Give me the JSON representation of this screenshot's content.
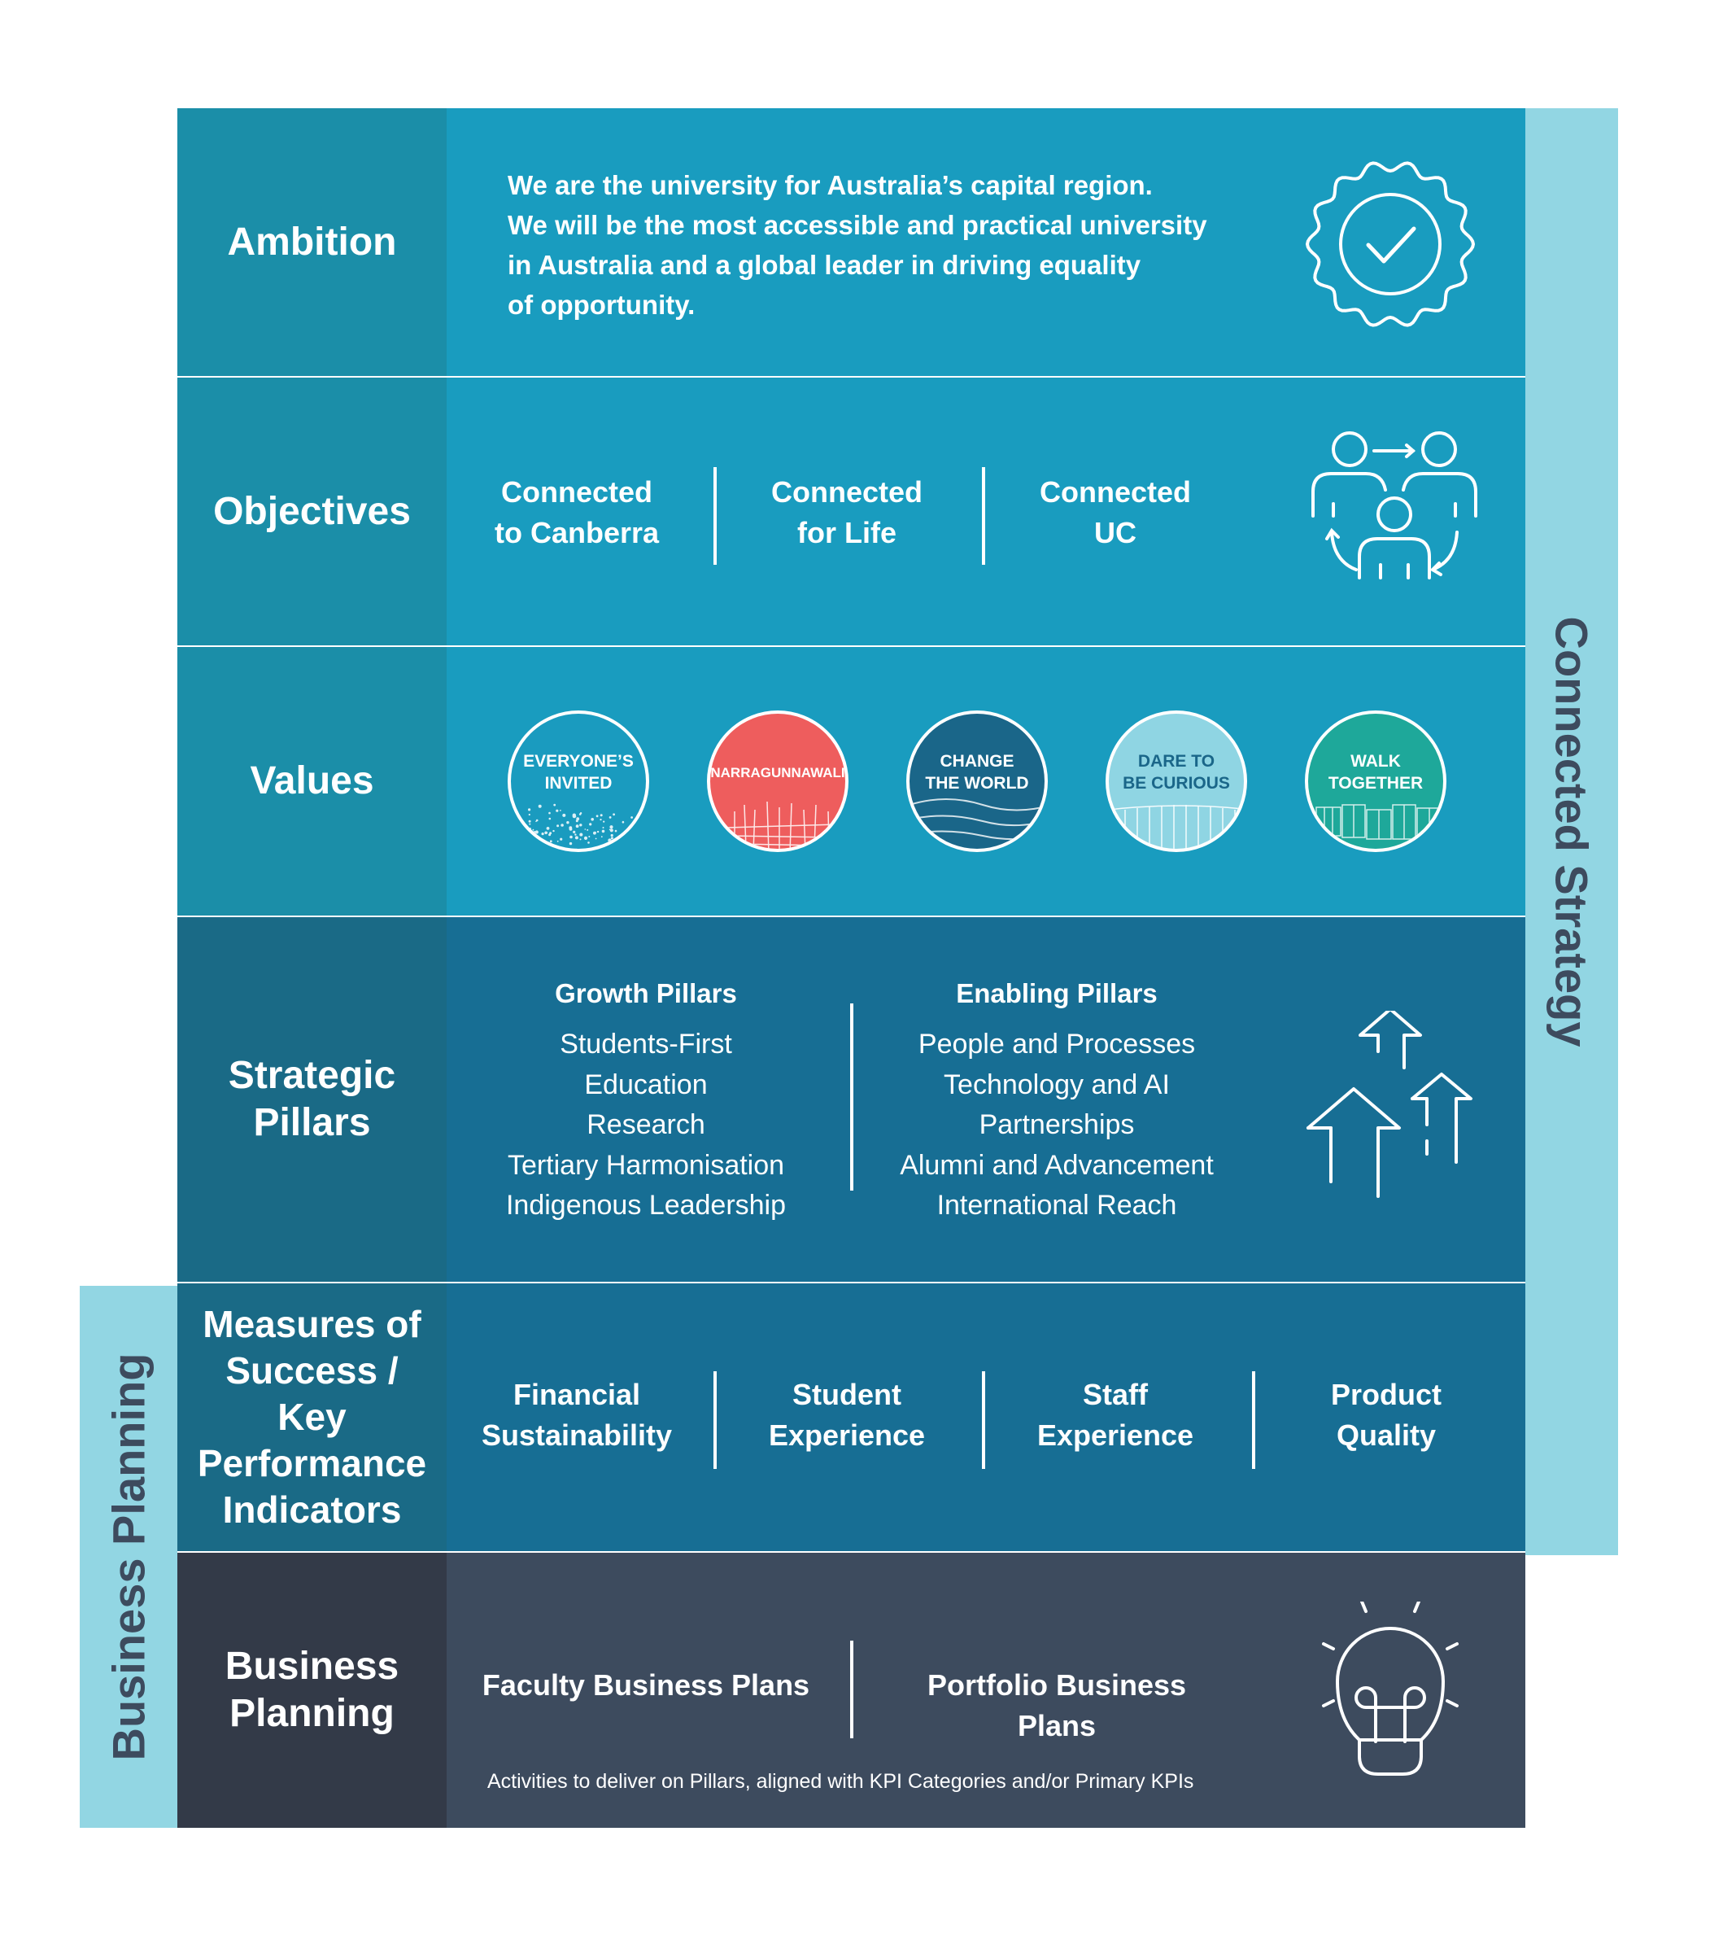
{
  "side_labels": {
    "connected_strategy": "Connected Strategy",
    "business_planning": "Business Planning"
  },
  "ambition": {
    "label": "Ambition",
    "lines": [
      "We are the university for Australia’s capital region.",
      "We will be the most accessible and practical university",
      "in Australia and a global leader in driving equality",
      "of opportunity."
    ],
    "icon": "badge-check-icon"
  },
  "objectives": {
    "label": "Objectives",
    "items": [
      {
        "line1": "Connected",
        "line2": "to Canberra"
      },
      {
        "line1": "Connected",
        "line2": "for Life"
      },
      {
        "line1": "Connected",
        "line2": "UC"
      }
    ],
    "icon": "connected-people-icon"
  },
  "values": {
    "label": "Values",
    "items": [
      {
        "line1": "EVERYONE’S",
        "line2": "INVITED",
        "color": "#1a9bbf"
      },
      {
        "line1": "NARRAGUNNAWALI",
        "line2": "",
        "color": "#ee5d5d"
      },
      {
        "line1": "CHANGE",
        "line2": "THE WORLD",
        "color": "#1a6689"
      },
      {
        "line1": "DARE TO",
        "line2": "BE CURIOUS",
        "color": "#8fd5e3"
      },
      {
        "line1": "WALK",
        "line2": "TOGETHER",
        "color": "#1ea89a"
      }
    ]
  },
  "pillars": {
    "label_line1": "Strategic",
    "label_line2": "Pillars",
    "growth_title": "Growth Pillars",
    "growth_items": [
      "Students-First",
      "Education",
      "Research",
      "Tertiary Harmonisation",
      "Indigenous Leadership"
    ],
    "enabling_title": "Enabling Pillars",
    "enabling_items": [
      "People and Processes",
      "Technology and AI",
      "Partnerships",
      "Alumni and Advancement",
      "International Reach"
    ],
    "icon": "arrows-up-icon"
  },
  "kpis": {
    "label_lines": [
      "Measures of",
      "Success / Key",
      "Performance",
      "Indicators"
    ],
    "items": [
      {
        "line1": "Financial",
        "line2": "Sustainability"
      },
      {
        "line1": "Student",
        "line2": "Experience"
      },
      {
        "line1": "Staff",
        "line2": "Experience"
      },
      {
        "line1": "Product",
        "line2": "Quality"
      }
    ]
  },
  "business": {
    "label_line1": "Business",
    "label_line2": "Planning",
    "faculty": "Faculty Business Plans",
    "portfolio": "Portfolio Business Plans",
    "note": "Activities to deliver on Pillars, aligned with KPI Categories and/or Primary KPIs",
    "icon": "lightbulb-icon"
  },
  "colors": {
    "label_teal": "#1b8ea8",
    "content_teal": "#199cbf",
    "label_dark_blue": "#1a6a86",
    "content_dark_blue": "#176e94",
    "label_slate": "#333a48",
    "content_slate": "#3d4b5e",
    "side_light": "#92d6e3"
  }
}
